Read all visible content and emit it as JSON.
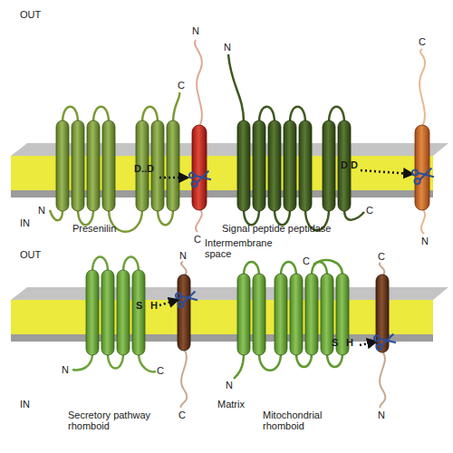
{
  "diagram": {
    "labels": [
      "OUT",
      "N",
      "N",
      "C",
      "C",
      "D..D",
      "D D",
      "N",
      "C",
      "IN",
      "Presenilin",
      "C",
      "Signal peptide peptidase",
      "N",
      "OUT",
      "N",
      "Intermembrane space",
      "C",
      "C",
      "S",
      "H",
      "S",
      "H",
      "N",
      "C",
      "N",
      "IN",
      "Matrix",
      "C",
      "N",
      "Secretory pathway rhomboid",
      "Mitochondrial rhomboid"
    ]
  }
}
